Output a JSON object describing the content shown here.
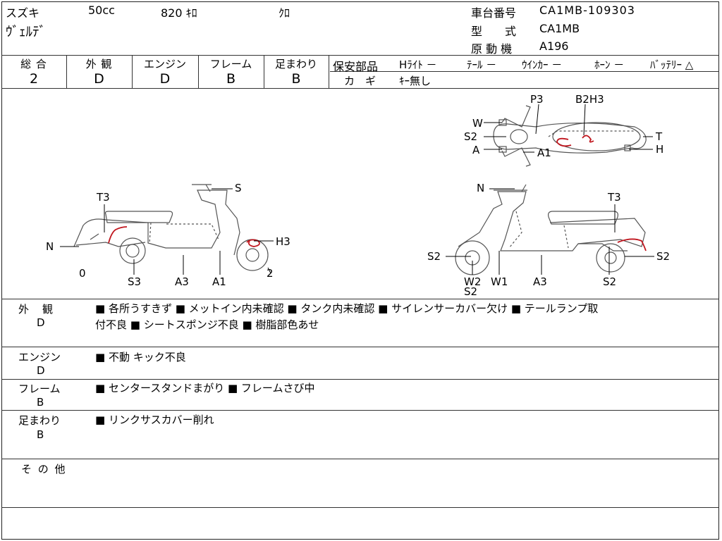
{
  "header": {
    "maker": "スズキ",
    "displacement": "50cc",
    "mileage": "820 ｷﾛ",
    "color": "ｸﾛ",
    "model_name": "ｳﾞｪﾙﾃﾞ",
    "frame_no_label": "車台番号",
    "frame_no": "CA1MB-109303",
    "type_label": "型　　式",
    "type_value": "CA1MB",
    "engine_label": "原 動 機",
    "engine_value": "A196"
  },
  "grades": {
    "overall": {
      "label": "総 合",
      "value": "2"
    },
    "exterior": {
      "label": "外 観",
      "value": "D"
    },
    "engine": {
      "label": "エンジン",
      "value": "D"
    },
    "frame": {
      "label": "フレーム",
      "value": "B"
    },
    "suspension": {
      "label": "足まわり",
      "value": "B"
    }
  },
  "safety": {
    "title": "保安部品",
    "headlight": "Hﾗｲﾄ －",
    "tail": "ﾃｰﾙ －",
    "winker": "ｳｲﾝｶｰ －",
    "horn": "ﾎｰﾝ －",
    "battery": "ﾊﾞｯﾃﾘｰ △",
    "key_label": "カ　ギ",
    "key_value": "ｷｰ無し"
  },
  "diagram": {
    "left": {
      "s": "S",
      "t3": "T3",
      "n": "N",
      "h3": "H3",
      "zero": "0",
      "s3": "S3",
      "a3": "A3",
      "a1": "A1",
      "two": "2"
    },
    "right": {
      "n": "N",
      "t3": "T3",
      "s2a": "S2",
      "s2b": "S2",
      "w2": "W2",
      "s2c": "S2",
      "w1": "W1",
      "a3": "A3",
      "s2d": "S2"
    },
    "top": {
      "p3": "P3",
      "b2h3": "B2H3",
      "w": "W",
      "s2": "S2",
      "a": "A",
      "a1": "A1",
      "t": "T",
      "h": "H"
    }
  },
  "sections": {
    "exterior": {
      "title": "外　観",
      "grade": "D",
      "line1": "■ 各所うすきず ■ メットイン内未確認 ■ タンク内未確認 ■ サイレンサーカバー欠け ■ テールランプ取",
      "line2": "付不良 ■ シートスポンジ不良 ■ 樹脂部色あせ"
    },
    "engine": {
      "title": "エンジン",
      "grade": "D",
      "line1": "■ 不動 キック不良"
    },
    "frame": {
      "title": "フレーム",
      "grade": "B",
      "line1": "■ センタースタンドまがり ■ フレームさび中"
    },
    "suspension": {
      "title": "足まわり",
      "grade": "B",
      "line1": "■ リンクサスカバー削れ"
    },
    "other": {
      "title": "そ の 他"
    }
  }
}
